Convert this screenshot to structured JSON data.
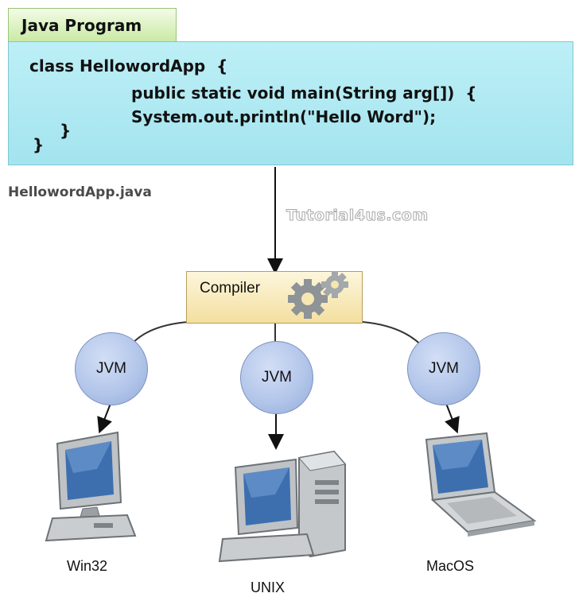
{
  "program": {
    "tab_title": "Java Program",
    "code_lines": [
      "class HellowordApp  {",
      "public static void main(String arg[])  {",
      "System.out.println(\"Hello Word\");",
      "}",
      "}"
    ],
    "filename": "HellowordApp.java"
  },
  "watermark": "Tutorial4us.com",
  "compiler": {
    "label": "Compiler",
    "icon": "gears-icon"
  },
  "jvms": [
    {
      "label": "JVM"
    },
    {
      "label": "JVM"
    },
    {
      "label": "JVM"
    }
  ],
  "platforms": [
    {
      "label": "Win32",
      "icon": "desktop-computer-icon"
    },
    {
      "label": "UNIX",
      "icon": "workstation-tower-icon"
    },
    {
      "label": "MacOS",
      "icon": "laptop-icon"
    }
  ],
  "colors": {
    "code_background": "#a9e6f1",
    "tab_background": "#d4f0b6",
    "compiler_background": "#f6e6b0",
    "jvm_fill": "#b3c6ea"
  }
}
